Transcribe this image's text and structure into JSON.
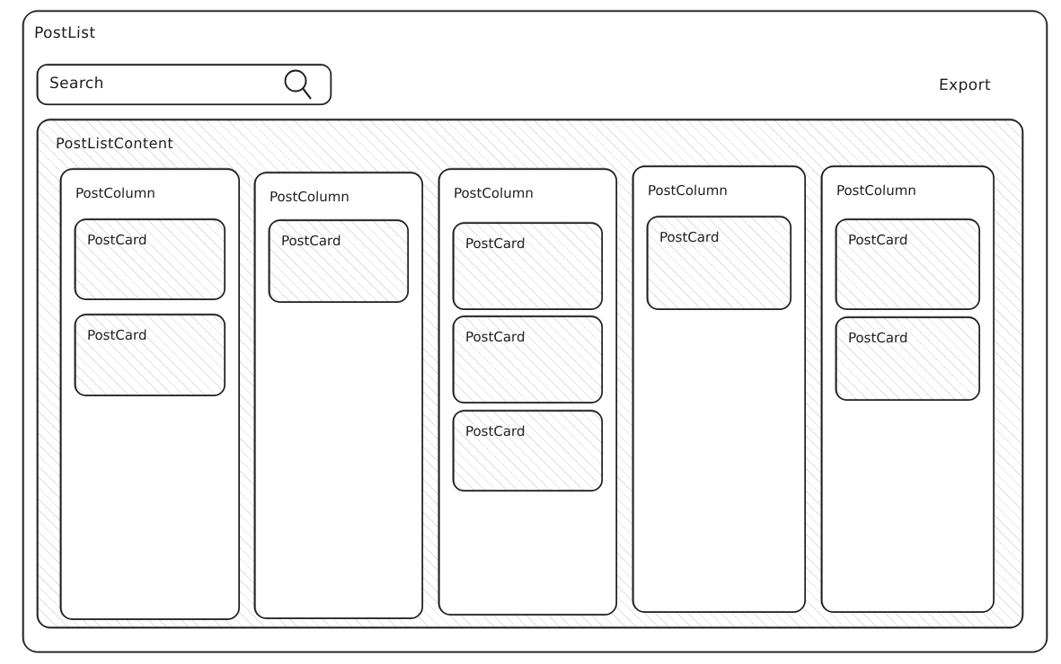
{
  "root": {
    "title": "PostList",
    "stroke_color": "#1e1e1e",
    "fill_hatch_color": "#969696",
    "background": "#ffffff"
  },
  "search": {
    "value": "Search",
    "placeholder": "Search",
    "icon": "search-icon"
  },
  "toolbar": {
    "export_label": "Export"
  },
  "content": {
    "title": "PostListContent",
    "column_label": "PostColumn",
    "card_label": "PostCard",
    "columns": [
      {
        "label": "PostColumn",
        "cards": [
          {
            "label": "PostCard"
          },
          {
            "label": "PostCard"
          }
        ]
      },
      {
        "label": "PostColumn",
        "cards": [
          {
            "label": "PostCard"
          }
        ]
      },
      {
        "label": "PostColumn",
        "cards": [
          {
            "label": "PostCard"
          },
          {
            "label": "PostCard"
          },
          {
            "label": "PostCard"
          }
        ]
      },
      {
        "label": "PostColumn",
        "cards": [
          {
            "label": "PostCard"
          }
        ]
      },
      {
        "label": "PostColumn",
        "cards": [
          {
            "label": "PostCard"
          },
          {
            "label": "PostCard"
          }
        ]
      }
    ]
  }
}
